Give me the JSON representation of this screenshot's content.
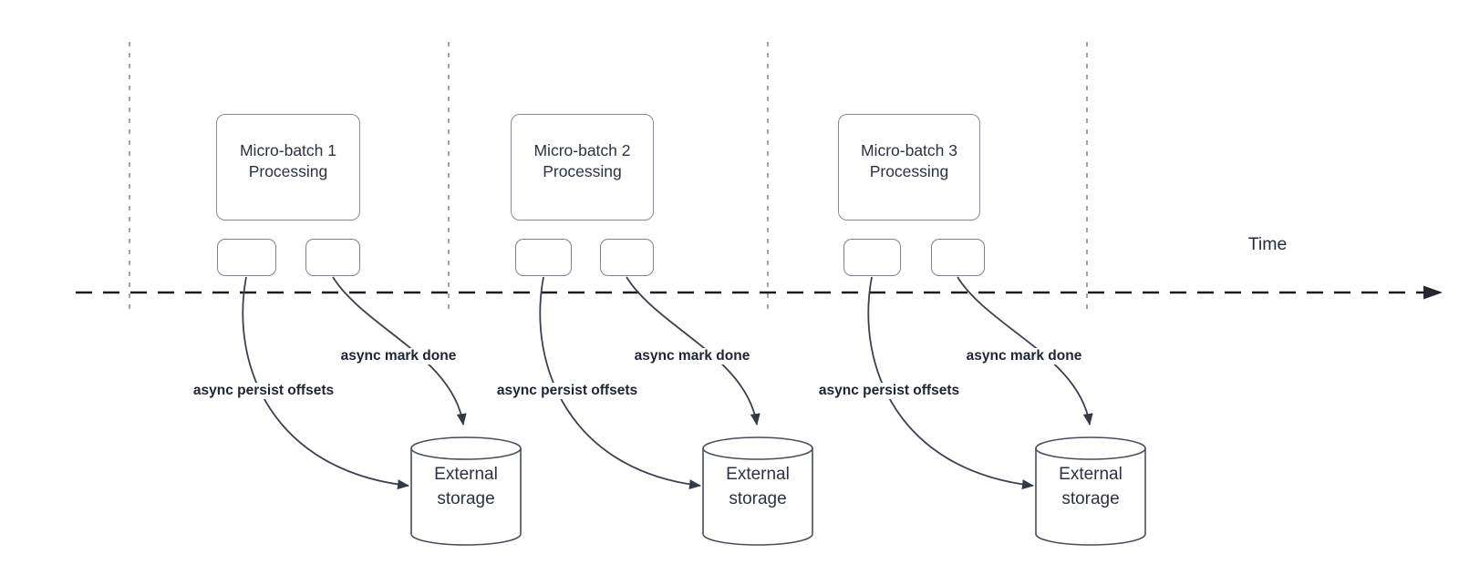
{
  "diagram": {
    "time_label": "Time",
    "batches": [
      {
        "box_line1": "Micro-batch 1",
        "box_line2": "Processing",
        "persist_arrow_label": "async persist offsets",
        "mark_done_arrow_label": "async mark done",
        "storage_label": "External storage"
      },
      {
        "box_line1": "Micro-batch 2",
        "box_line2": "Processing",
        "persist_arrow_label": "async persist offsets",
        "mark_done_arrow_label": "async mark done",
        "storage_label": "External storage"
      },
      {
        "box_line1": "Micro-batch 3",
        "box_line2": "Processing",
        "persist_arrow_label": "async persist offsets",
        "mark_done_arrow_label": "async mark done",
        "storage_label": "External storage"
      }
    ],
    "colors": {
      "background": "#ffffff",
      "box_border": "#888c94",
      "mini_box_border": "#7e838d",
      "cylinder_stroke": "#474e5c",
      "arrow_stroke": "#3a4150",
      "guide_line": "#a4a4a4",
      "timeline": "#1c1c1c",
      "text": "#2b3240",
      "label_text": "#1e2430"
    }
  }
}
